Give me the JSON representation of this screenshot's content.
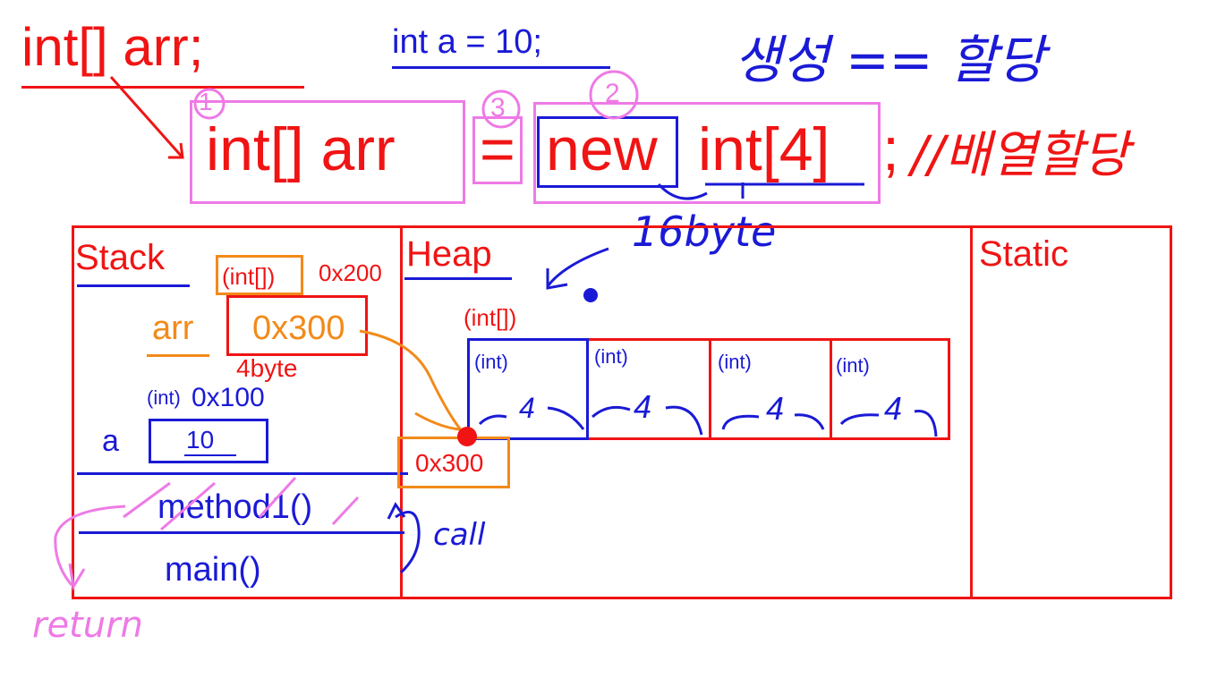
{
  "top": {
    "decl": "int[] arr;",
    "int_decl": "int a = 10;",
    "korean_note": "생성 == 할당",
    "code": {
      "part1": "int[] arr",
      "part2": "=",
      "part3": "new",
      "part4": "int[4]",
      "part5": ";",
      "comment": "//배열할당"
    },
    "markers": [
      "1",
      "3",
      "2"
    ],
    "bytes_label": "16byte"
  },
  "memory": {
    "stack": {
      "title": "Stack",
      "arr_type": "(int[])",
      "arr_addr": "0x200",
      "arr_name": "arr",
      "arr_value": "0x300",
      "arr_size": "4byte",
      "a_type": "(int)",
      "a_addr": "0x100",
      "a_name": "a",
      "a_value": "10",
      "frames": [
        "method1()",
        "main()"
      ],
      "call_label": "call",
      "return_label": "return"
    },
    "heap": {
      "title": "Heap",
      "array_type": "(int[])",
      "address": "0x300",
      "cells": [
        {
          "type": "(int)",
          "size": "4"
        },
        {
          "type": "(int)",
          "size": "4"
        },
        {
          "type": "(int)",
          "size": "4"
        },
        {
          "type": "(int)",
          "size": "4"
        }
      ]
    },
    "static": {
      "title": "Static"
    }
  },
  "colors": {
    "red": "#f01414",
    "blue": "#1a1ad6",
    "orange": "#f28a1a",
    "pink": "#ee7ae6"
  }
}
